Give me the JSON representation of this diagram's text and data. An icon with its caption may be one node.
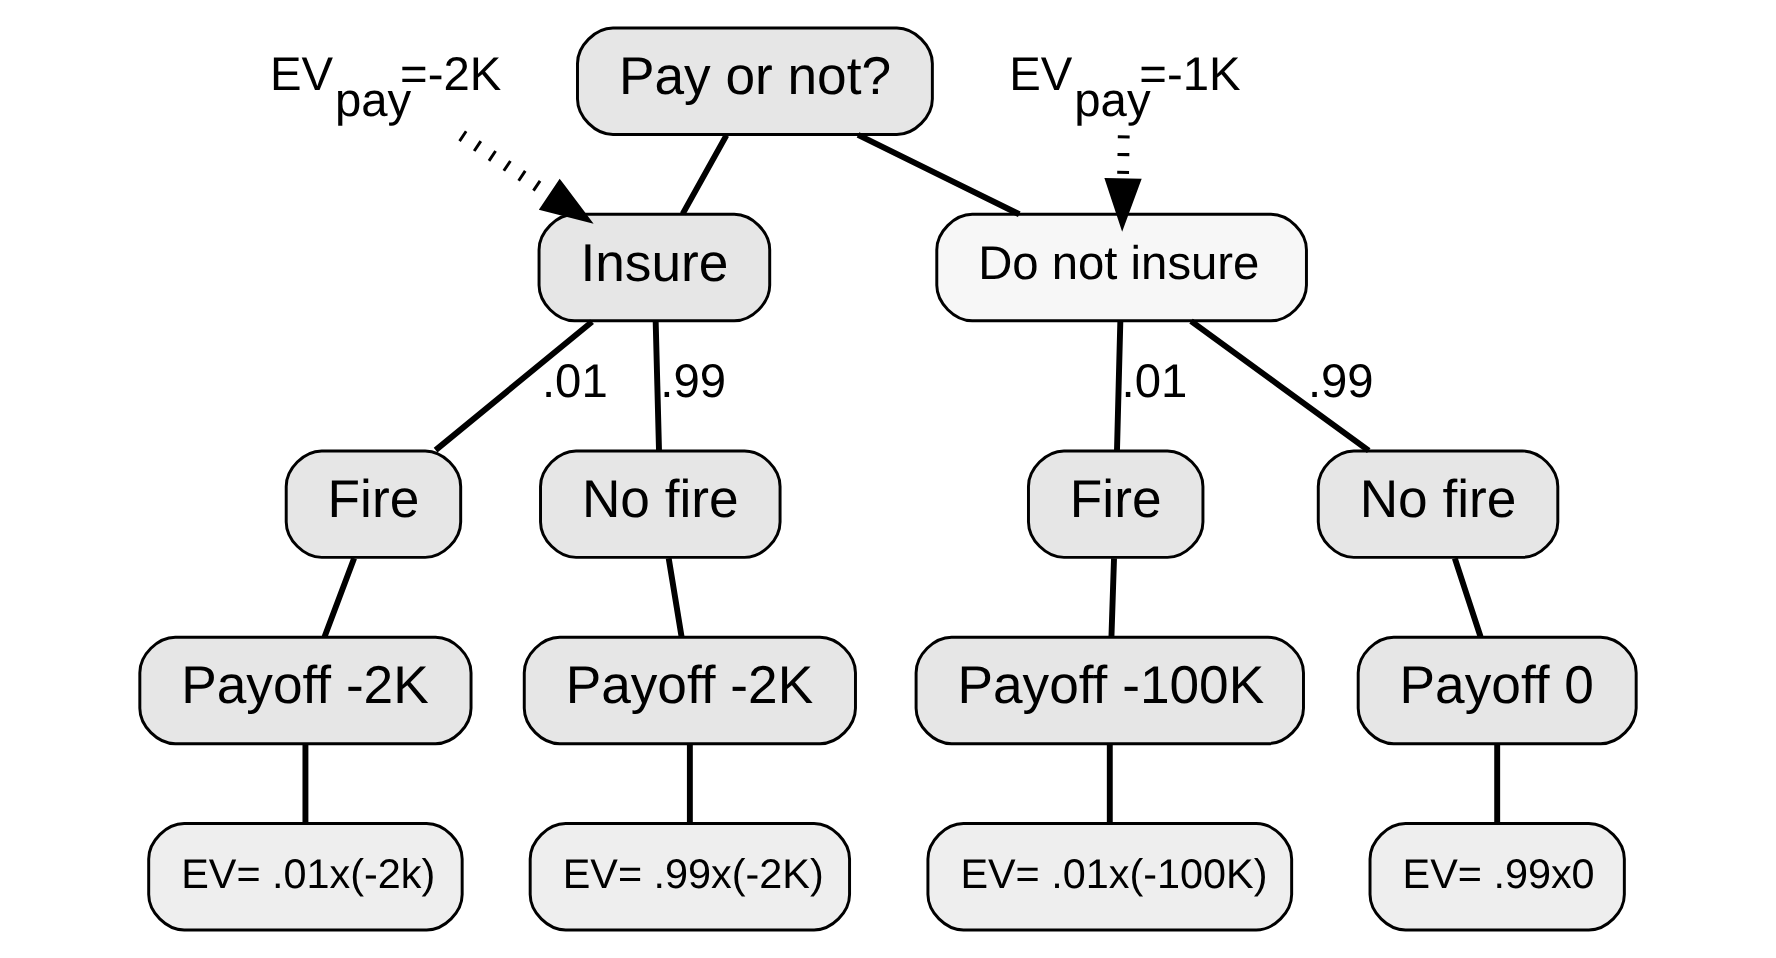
{
  "diagram": {
    "nodes": [
      {
        "text": [
          "Pay or not?"
        ]
      },
      {
        "text": [
          "Insure"
        ]
      },
      {
        "text": [
          "Do not insure"
        ]
      },
      {
        "text": [
          "Fire"
        ]
      },
      {
        "text": [
          "No fire"
        ]
      },
      {
        "text": [
          "Fire"
        ]
      },
      {
        "text": [
          "No fire"
        ]
      },
      {
        "text": [
          "Payoff -2K"
        ]
      },
      {
        "text": [
          "Payoff -2K"
        ]
      },
      {
        "text": [
          "Payoff -100K"
        ]
      },
      {
        "text": [
          "Payoff 0"
        ]
      },
      {
        "text": [
          "EV= .01x(-2k)"
        ]
      },
      {
        "text": [
          "EV= .99x(-2K)"
        ]
      },
      {
        "text": [
          "EV= .01x(-100K)"
        ]
      },
      {
        "text": [
          "EV= .99x0"
        ]
      },
      {
        "text": [
          "EV$_{pay}$=-2K"
        ]
      },
      {
        "text": [
          "EV$_{pay}$=-1K"
        ]
      }
    ],
    "edges": [
      {
        "from": 0,
        "to": 1,
        "arrow": "none"
      },
      {
        "from": 0,
        "to": 2,
        "arrow": "none"
      },
      {
        "from": 1,
        "to": 3,
        "arrow": "none",
        "label": ".01"
      },
      {
        "from": 1,
        "to": 4,
        "arrow": "none",
        "label": ".99"
      },
      {
        "from": 2,
        "to": 5,
        "arrow": "none",
        "label": ".01"
      },
      {
        "from": 2,
        "to": 6,
        "arrow": "none",
        "label": ".99"
      },
      {
        "from": 3,
        "to": 7,
        "arrow": "none"
      },
      {
        "from": 4,
        "to": 8,
        "arrow": "none"
      },
      {
        "from": 5,
        "to": 9,
        "arrow": "none"
      },
      {
        "from": 6,
        "to": 10,
        "arrow": "none"
      },
      {
        "from": 7,
        "to": 11,
        "arrow": "none"
      },
      {
        "from": 8,
        "to": 12,
        "arrow": "none"
      },
      {
        "from": 9,
        "to": 13,
        "arrow": "none"
      },
      {
        "from": 10,
        "to": 14,
        "arrow": "none"
      },
      {
        "from": 15,
        "to": 1,
        "arrow": "to",
        "style": "dashed"
      },
      {
        "from": 16,
        "to": 2,
        "arrow": "to",
        "style": "dashed"
      }
    ]
  }
}
